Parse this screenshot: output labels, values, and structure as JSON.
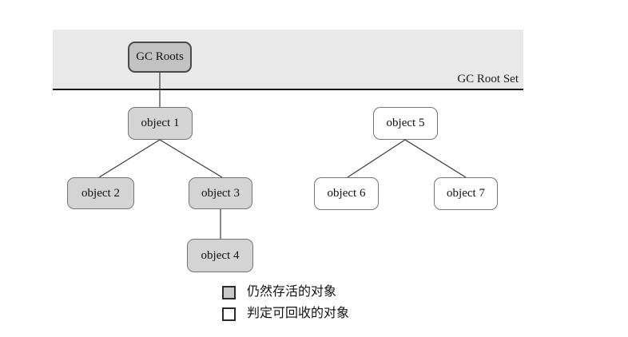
{
  "band": {
    "label": "GC Root Set",
    "background": "#e9e9e9",
    "baseline_color": "#1a1a1a"
  },
  "nodes": [
    {
      "id": "gc-roots",
      "label": "GC Roots",
      "type": "root"
    },
    {
      "id": "object-1",
      "label": "object 1",
      "type": "live"
    },
    {
      "id": "object-2",
      "label": "object 2",
      "type": "live"
    },
    {
      "id": "object-3",
      "label": "object 3",
      "type": "live"
    },
    {
      "id": "object-4",
      "label": "object 4",
      "type": "live"
    },
    {
      "id": "object-5",
      "label": "object 5",
      "type": "recyclable"
    },
    {
      "id": "object-6",
      "label": "object 6",
      "type": "recyclable"
    },
    {
      "id": "object-7",
      "label": "object 7",
      "type": "recyclable"
    }
  ],
  "edges": [
    {
      "from": "GC Roots",
      "to": "object 1"
    },
    {
      "from": "object 1",
      "to": "object 2"
    },
    {
      "from": "object 1",
      "to": "object 3"
    },
    {
      "from": "object 3",
      "to": "object 4"
    },
    {
      "from": "object 5",
      "to": "object 6"
    },
    {
      "from": "object 5",
      "to": "object 7"
    }
  ],
  "legend": [
    {
      "type": "live",
      "label": "仍然存活的对象",
      "swatch_color": "#c9c9c9"
    },
    {
      "type": "recyclable",
      "label": "判定可回收的对象",
      "swatch_color": "#ffffff"
    }
  ],
  "colors": {
    "root_fill": "#c2c2c2",
    "live_fill": "#d4d4d4",
    "recyclable_fill": "#ffffff",
    "edge_line": "#3a3a3a",
    "band_background": "#e9e9e9"
  }
}
